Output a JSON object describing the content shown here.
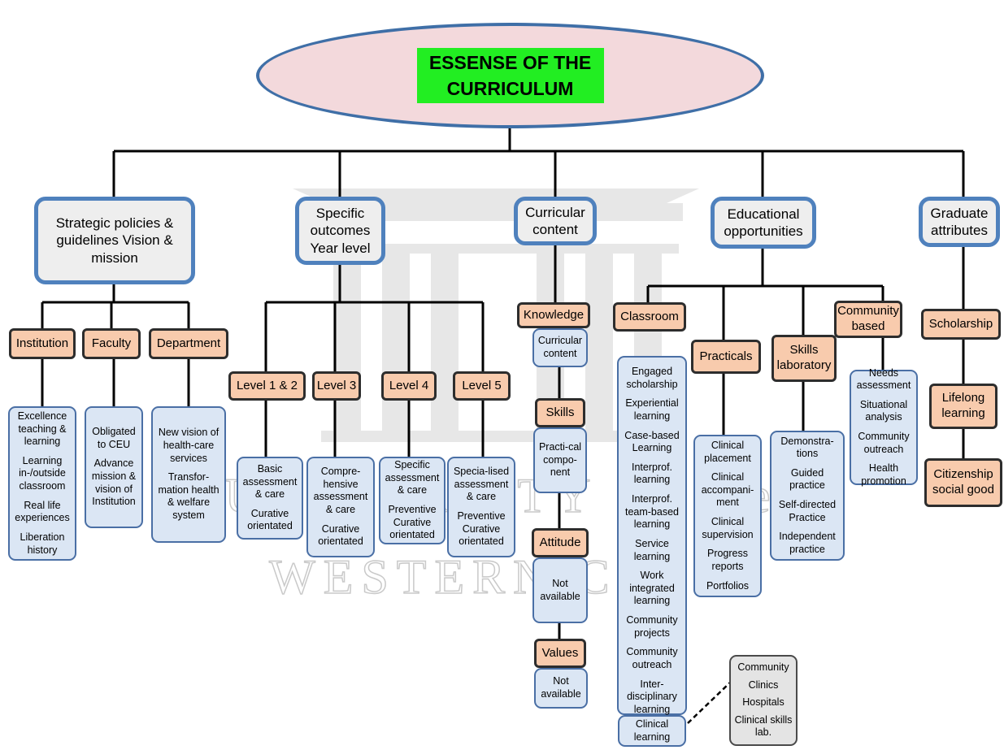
{
  "root": {
    "title": "ESSENSE OF THE CURRICULUM"
  },
  "watermark": {
    "line1": "UNIVERSITY of the",
    "line2": "WESTERN CAPE"
  },
  "branches": {
    "strategic": {
      "label": "Strategic policies & guidelines Vision & mission",
      "subs": [
        {
          "label": "Institution",
          "items": [
            "Excellence teaching & learning",
            "Learning in-/outside classroom",
            "Real life experiences",
            "Liberation history"
          ]
        },
        {
          "label": "Faculty",
          "items": [
            "Obligated to CEU",
            "Advance mission & vision of Institution"
          ]
        },
        {
          "label": "Department",
          "items": [
            "New vision of health-care services",
            "Transfor-mation health & welfare system"
          ]
        }
      ]
    },
    "outcomes": {
      "label": "Specific outcomes Year level",
      "subs": [
        {
          "label": "Level 1 & 2",
          "items": [
            "Basic assessment & care",
            "Curative orientated"
          ]
        },
        {
          "label": "Level 3",
          "items": [
            "Compre-hensive assessment & care",
            "Curative orientated"
          ]
        },
        {
          "label": "Level 4",
          "items": [
            "Specific assessment & care",
            "Preventive Curative orientated"
          ]
        },
        {
          "label": "Level 5",
          "items": [
            "Specia-lised assessment & care",
            "Preventive Curative orientated"
          ]
        }
      ]
    },
    "content": {
      "label": "Curricular content",
      "chain": [
        {
          "label": "Knowledge",
          "item": "Curricular content"
        },
        {
          "label": "Skills",
          "item": "Practi-cal compo-nent"
        },
        {
          "label": "Attitude",
          "item": "Not available"
        },
        {
          "label": "Values",
          "item": "Not available"
        }
      ]
    },
    "educational": {
      "label": "Educational opportunities",
      "subs": [
        {
          "label": "Classroom",
          "items": [
            "Engaged scholarship",
            "Experiential learning",
            "Case-based Learning",
            "Interprof. learning",
            "Interprof. team-based learning",
            "Service learning",
            "Work integrated learning",
            "Community projects",
            "Community outreach",
            "Inter-disciplinary learning"
          ]
        },
        {
          "label": "Practicals",
          "items": [
            "Clinical placement",
            "Clinical accompani-ment",
            "Clinical supervision",
            "Progress reports",
            "Portfolios"
          ]
        },
        {
          "label": "Skills laboratory",
          "items": [
            "Demonstra-tions",
            "Guided practice",
            "Self-directed Practice",
            "Independent practice"
          ]
        },
        {
          "label": "Community based",
          "items": [
            "Needs assessment",
            "Situational analysis",
            "Community outreach",
            "Health promotion"
          ]
        }
      ],
      "clinical": {
        "label": "Clinical learning",
        "items": [
          "Community",
          "Clinics",
          "Hospitals",
          "Clinical skills lab."
        ]
      }
    },
    "graduate": {
      "label": "Graduate attributes",
      "chain": [
        "Scholarship",
        "Lifelong learning",
        "Citizenship social good"
      ]
    }
  }
}
